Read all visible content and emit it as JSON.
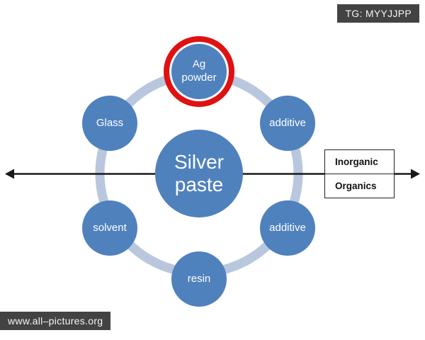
{
  "badges": {
    "top_right": "TG: MYYJJPP",
    "bottom_left": "www.all–pictures.org"
  },
  "center_node": {
    "label": "Silver paste"
  },
  "nodes": [
    {
      "id": "ag-powder",
      "label": "Ag powder",
      "highlighted": true
    },
    {
      "id": "additive-right-top",
      "label": "additive",
      "highlighted": false
    },
    {
      "id": "additive-right-bottom",
      "label": "additive",
      "highlighted": false
    },
    {
      "id": "resin",
      "label": "resin",
      "highlighted": false
    },
    {
      "id": "solvent",
      "label": "solvent",
      "highlighted": false
    },
    {
      "id": "glass",
      "label": "Glass",
      "highlighted": false
    }
  ],
  "axis": {
    "top_label": "Inorganic",
    "bottom_label": "Organics"
  },
  "colors": {
    "node_fill": "#4f81bd",
    "connector_ring": "#b9c7de",
    "highlight_ring": "#df1111",
    "axis_line": "#1a1a1a",
    "badge_background": "#434343"
  }
}
